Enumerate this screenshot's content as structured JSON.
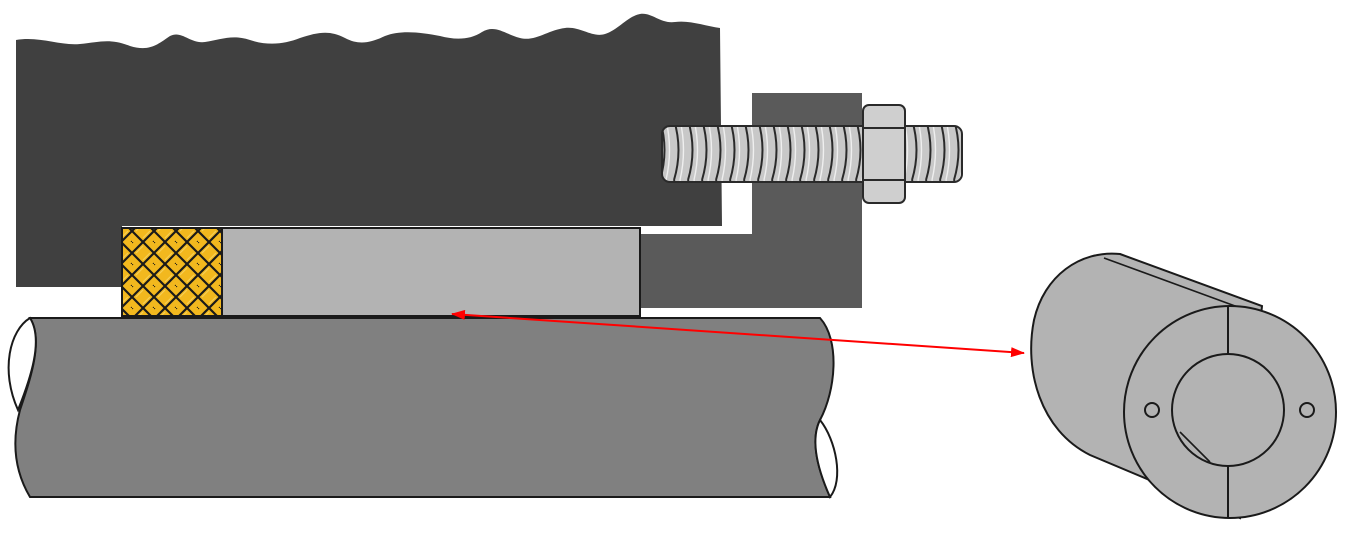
{
  "diagram": {
    "description_text": "",
    "colors": {
      "background": "#ffffff",
      "housing": "#404040",
      "gland": "#5a5a5a",
      "shaft": "#808080",
      "bushing": "#b3b3b3",
      "packing": "#f2b81e",
      "stud": "#c8c8c8",
      "leader_arrow": "#ff0000",
      "outline": "#1a1a1a"
    },
    "components": [
      {
        "id": "housing",
        "shape": "rough-edged block"
      },
      {
        "id": "gland-follower",
        "shape": "L-bracket"
      },
      {
        "id": "threaded-stud",
        "shape": "threaded rod"
      },
      {
        "id": "hex-nut",
        "shape": "nut"
      },
      {
        "id": "packing-ring",
        "shape": "braided pattern"
      },
      {
        "id": "split-bushing",
        "shape": "rectangle (section)"
      },
      {
        "id": "shaft",
        "shape": "cylinder with broken ends"
      },
      {
        "id": "split-bushing-3d",
        "shape": "cylinder with bore, split line and two holes"
      },
      {
        "id": "leader-arrow",
        "shape": "double-headed arrow linking section to 3D view"
      }
    ]
  }
}
